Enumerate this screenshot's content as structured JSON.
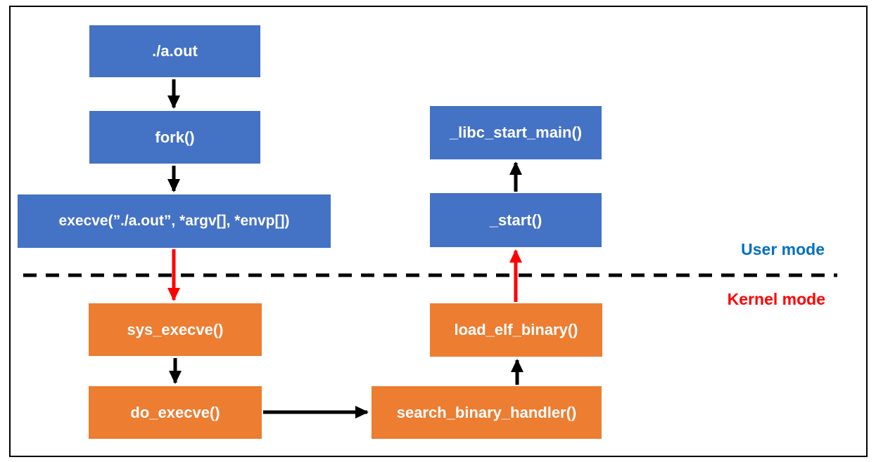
{
  "diagram": {
    "description": "Linux program execution flow across user mode and kernel mode",
    "mode_labels": {
      "user": "User mode",
      "kernel": "Kernel mode"
    },
    "nodes": {
      "aout": {
        "label": "./a.out",
        "mode": "user"
      },
      "fork": {
        "label": "fork()",
        "mode": "user"
      },
      "execve": {
        "label": "execve(”./a.out”, *argv[], *envp[])",
        "mode": "user"
      },
      "libc_start_main": {
        "label": "_libc_start_main()",
        "mode": "user"
      },
      "start": {
        "label": "_start()",
        "mode": "user"
      },
      "sys_execve": {
        "label": "sys_execve()",
        "mode": "kernel"
      },
      "do_execve": {
        "label": "do_execve()",
        "mode": "kernel"
      },
      "search_binary_handler": {
        "label": "search_binary_handler()",
        "mode": "kernel"
      },
      "load_elf_binary": {
        "label": "load_elf_binary()",
        "mode": "kernel"
      }
    },
    "edges": [
      {
        "from": "aout",
        "to": "fork",
        "color": "black",
        "direction": "down"
      },
      {
        "from": "fork",
        "to": "execve",
        "color": "black",
        "direction": "down"
      },
      {
        "from": "execve",
        "to": "sys_execve",
        "color": "red",
        "direction": "down"
      },
      {
        "from": "sys_execve",
        "to": "do_execve",
        "color": "black",
        "direction": "down"
      },
      {
        "from": "do_execve",
        "to": "search_binary_handler",
        "color": "black",
        "direction": "right"
      },
      {
        "from": "search_binary_handler",
        "to": "load_elf_binary",
        "color": "black",
        "direction": "up"
      },
      {
        "from": "load_elf_binary",
        "to": "start",
        "color": "red",
        "direction": "up"
      },
      {
        "from": "start",
        "to": "libc_start_main",
        "color": "black",
        "direction": "up"
      }
    ],
    "colors": {
      "user_box": "#4472C4",
      "kernel_box": "#ED7D31",
      "user_mode_text": "#0070C0",
      "kernel_mode_text": "#FF0000",
      "arrow_black": "#000000",
      "arrow_red": "#FF0000",
      "border": "#000000"
    }
  }
}
